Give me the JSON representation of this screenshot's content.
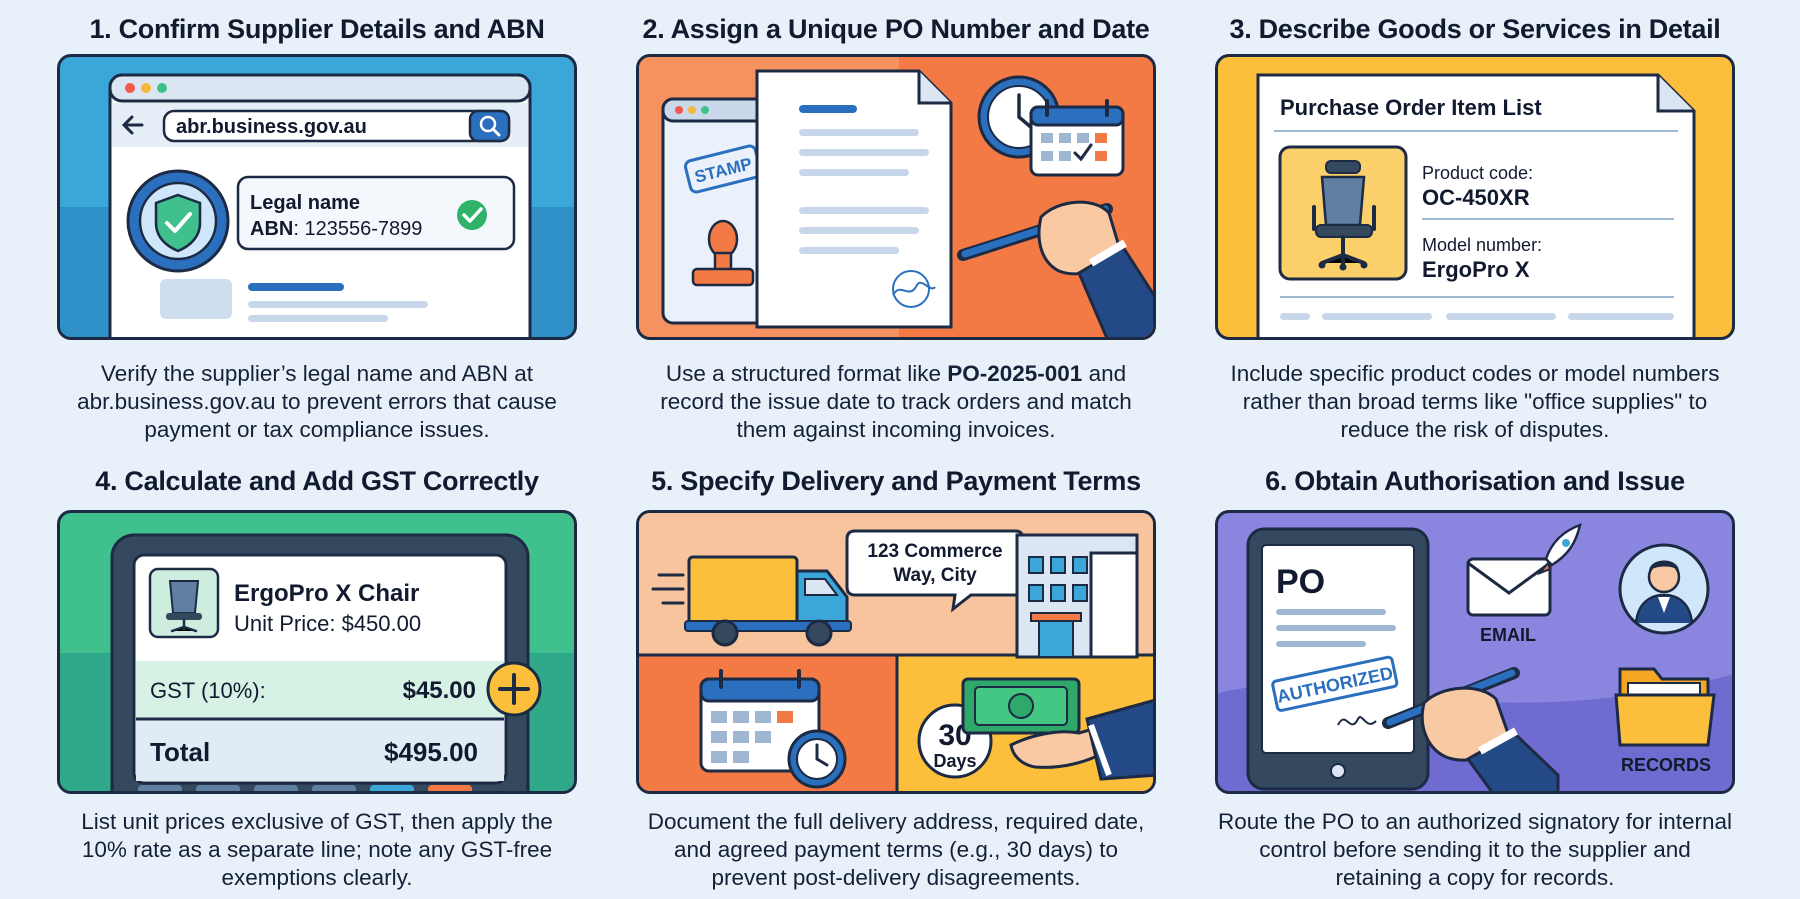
{
  "steps": [
    {
      "title": "1. Confirm Supplier Details and ABN",
      "caption": "Verify the supplier’s legal name and ABN at abr.business.gov.au to prevent errors that cause payment or tax compliance issues.",
      "panel": {
        "url": "abr.business.gov.au",
        "legal_name_label": "Legal name",
        "abn_label": "ABN",
        "abn_value": ": 123556-7899"
      }
    },
    {
      "title": "2. Assign a Unique PO Number and Date",
      "caption_parts": [
        "Use a structured format like ",
        "PO-2025-001",
        " and record the issue date to track orders and match them against incoming invoices."
      ],
      "panel": {
        "stamp_text": "STAMP"
      }
    },
    {
      "title": "3. Describe Goods or Services in Detail",
      "caption": "Include specific product codes or model numbers rather than broad terms like \"office supplies\" to reduce the risk of disputes.",
      "panel": {
        "heading": "Purchase Order Item List",
        "product_code_label": "Product code:",
        "product_code_value": "OC-450XR",
        "model_number_label": "Model number:",
        "model_number_value": "ErgoPro X"
      }
    },
    {
      "title": "4. Calculate and Add GST Correctly",
      "caption": "List unit prices exclusive of GST, then apply the 10% rate as a separate line; note any GST-free exemptions clearly.",
      "panel": {
        "item_name": "ErgoPro X Chair",
        "unit_price": "Unit Price: $450.00",
        "gst_label": "GST (10%):",
        "gst_value": "$45.00",
        "total_label": "Total",
        "total_value": "$495.00"
      }
    },
    {
      "title": "5. Specify Delivery and Payment Terms",
      "caption": "Document the full delivery address, required date, and agreed payment terms (e.g., 30 days) to prevent post-delivery disagreements.",
      "panel": {
        "address_line1": "123 Commerce",
        "address_line2": "Way, City",
        "days_number": "30",
        "days_label": "Days"
      }
    },
    {
      "title": "6. Obtain Authorisation and Issue",
      "caption": "Route the PO to an authorized signatory for internal control before sending it to the supplier and retaining a copy for records.",
      "panel": {
        "po_label": "PO",
        "authorized_stamp": "AUTHORIZED",
        "email_label": "EMAIL",
        "records_label": "RECORDS"
      }
    }
  ],
  "colors": {
    "panel1": "#3aa7d8",
    "panel2": "#f47a45",
    "panel3": "#fbbf3c",
    "panel4": "#3fc08d",
    "panel5": "#f6b488",
    "panel6": "#8a86e0",
    "outline": "#1c2a44"
  },
  "icons": [
    "search-icon",
    "back-arrow-icon",
    "shield-check-icon",
    "check-circle-icon",
    "stamp-icon",
    "clock-icon",
    "calendar-icon",
    "pen-hand-icon",
    "office-chair-icon",
    "plus-icon",
    "delivery-truck-icon",
    "building-icon",
    "cash-hand-icon",
    "rocket-icon",
    "email-icon",
    "person-avatar-icon",
    "folder-icon",
    "tablet-icon"
  ]
}
